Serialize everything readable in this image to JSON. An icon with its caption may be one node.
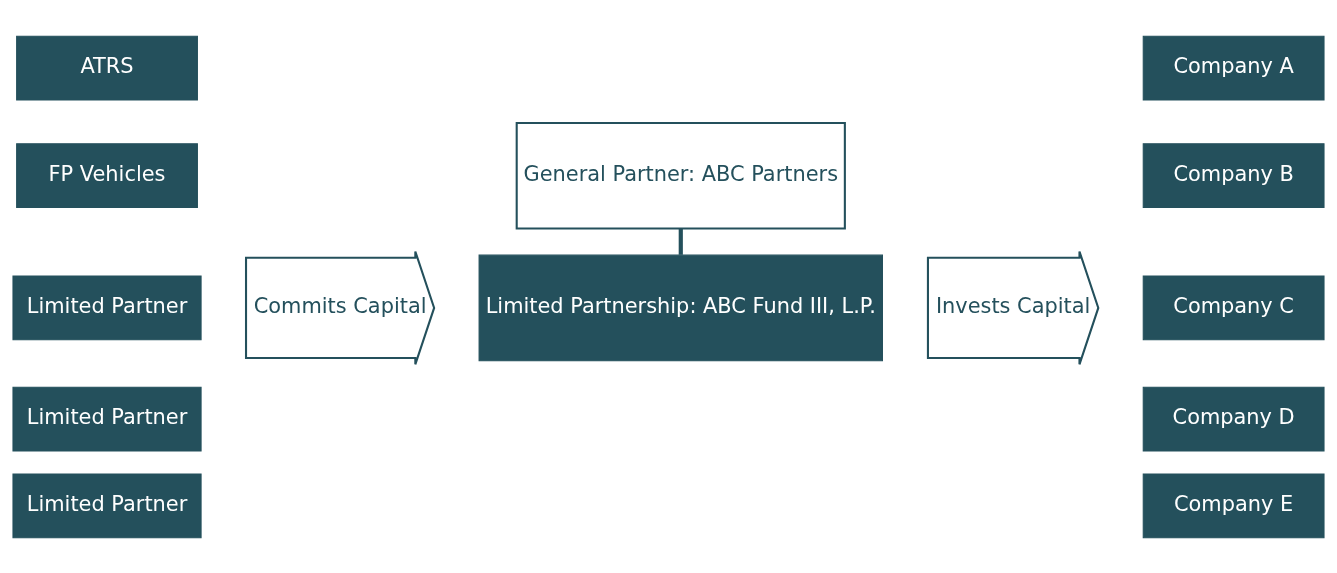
{
  "diagram": {
    "nodes": [
      {
        "text": [
          "ATRS"
        ]
      },
      {
        "text": [
          "FP Vehicles"
        ]
      },
      {
        "text": [
          "Limited Partner"
        ]
      },
      {
        "text": [
          "Limited Partner"
        ]
      },
      {
        "text": [
          "Limited Partner"
        ]
      },
      {
        "text": [
          "Commits Capital"
        ]
      },
      {
        "text": [
          "General Partner: ABC Partners"
        ]
      },
      {
        "text": [
          "Limited Partnership: ABC Fund III, L.P."
        ]
      },
      {
        "text": [
          "Invests Capital"
        ]
      },
      {
        "text": [
          "Company A"
        ]
      },
      {
        "text": [
          "Company B"
        ]
      },
      {
        "text": [
          "Company C"
        ]
      },
      {
        "text": [
          "Company D"
        ]
      },
      {
        "text": [
          "Company E"
        ]
      }
    ],
    "edges": [
      {
        "from": 6,
        "to": 7,
        "arrow": "none"
      }
    ]
  }
}
